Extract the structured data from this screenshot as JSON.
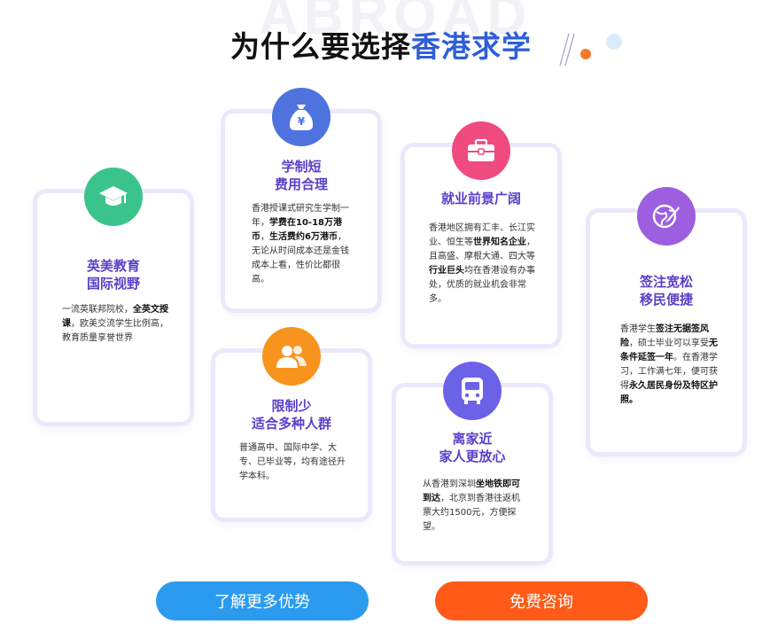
{
  "watermark": "ABROAD",
  "title": {
    "prefix": "为什么要选择",
    "highlight": "香港求学"
  },
  "cards": [
    {
      "title_line1": "英美教育",
      "title_line2": "国际视野",
      "icon": "graduation-cap-icon",
      "icon_color": "#3ac48c",
      "body": [
        {
          "t": "一流英联邦院校，"
        },
        {
          "t": "全英文授课",
          "b": true
        },
        {
          "t": "，欧美交流学生比例高，教育质量享誉世界"
        }
      ]
    },
    {
      "title_line1": "学制短",
      "title_line2": "费用合理",
      "icon": "money-bag-icon",
      "icon_color": "#4e73df",
      "body": [
        {
          "t": "香港授课式研究生学制一年，"
        },
        {
          "t": "学费在10-18万港币",
          "b": true
        },
        {
          "t": "，"
        },
        {
          "t": "生活费约6万港币",
          "b": true
        },
        {
          "t": "，无论从时间成本还是金钱成本上看，性价比都很高。"
        }
      ]
    },
    {
      "title_line1": "限制少",
      "title_line2": "适合多种人群",
      "icon": "users-icon",
      "icon_color": "#f7941d",
      "body": [
        {
          "t": "普通高中、国际中学、大专、已毕业等，均有途径升学本科。"
        }
      ]
    },
    {
      "title_line1": "就业前景广阔",
      "title_line2": "",
      "icon": "briefcase-icon",
      "icon_color": "#ef4b7f",
      "body": [
        {
          "t": "香港地区拥有汇丰、长江实业、恒生等"
        },
        {
          "t": "世界知名企业",
          "b": true
        },
        {
          "t": "，且高盛、摩根大通、四大等"
        },
        {
          "t": "行业巨头",
          "b": true
        },
        {
          "t": "均在香港设有办事处，优质的就业机会非常多。"
        }
      ]
    },
    {
      "title_line1": "离家近",
      "title_line2": "家人更放心",
      "icon": "bus-icon",
      "icon_color": "#6b62e8",
      "body": [
        {
          "t": "从香港到深圳"
        },
        {
          "t": "坐地铁即可到达",
          "b": true
        },
        {
          "t": "，北京到香港往返机票大约1500元，方便探望。"
        }
      ]
    },
    {
      "title_line1": "签注宽松",
      "title_line2": "移民便捷",
      "icon": "globe-pen-icon",
      "icon_color": "#9b5fe0",
      "body": [
        {
          "t": "香港学生"
        },
        {
          "t": "签注无据签风险",
          "b": true
        },
        {
          "t": "，硕士毕业可以享受"
        },
        {
          "t": "无条件延签一年",
          "b": true
        },
        {
          "t": "。在香港学习，工作满七年，便可获得"
        },
        {
          "t": "永久居民身份及特区护照。",
          "b": true
        }
      ]
    }
  ],
  "buttons": {
    "more": "了解更多优势",
    "consult": "免费咨询"
  }
}
